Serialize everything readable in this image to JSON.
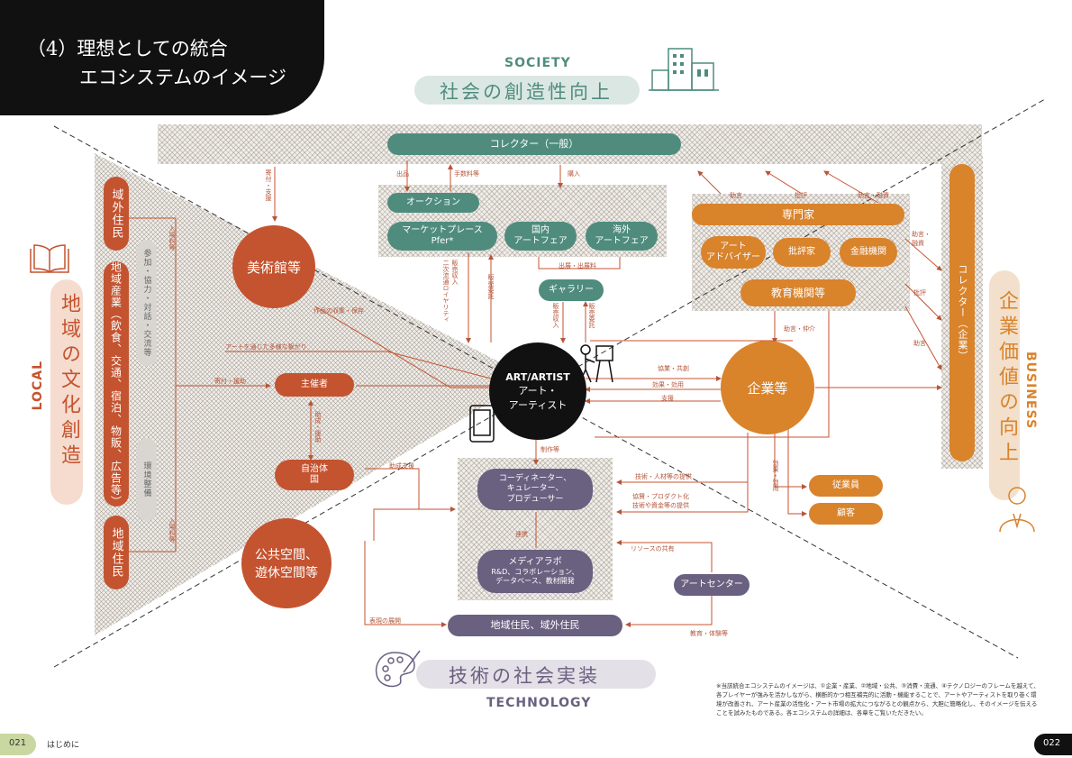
{
  "header": {
    "line1": "（4）理想としての統合",
    "line2": "エコシステムのイメージ"
  },
  "quadrants": {
    "society_en": "SOCIETY",
    "society_jp": "社会の創造性向上",
    "business_en": "BUSINESS",
    "business_jp": "企業価値の向上",
    "local_en": "LOCAL",
    "local_jp": "地域の文化創造",
    "technology_en": "TECHNOLOGY",
    "technology_jp": "技術の社会実装"
  },
  "nodes": {
    "collector_general": "コレクター（一般）",
    "auction": "オークション",
    "marketplace": "マーケットプレース\nPfer*",
    "domestic_fair": "国内\nアートフェア",
    "overseas_fair": "海外\nアートフェア",
    "gallery": "ギャラリー",
    "experts": "専門家",
    "art_advisor": "アート\nアドバイザー",
    "critic": "批評家",
    "financial": "金融機関",
    "education": "教育機関等",
    "collector_corp": "コレクター（企業）",
    "museum": "美術館等",
    "organizer": "主催者",
    "local_gov": "自治体\n国",
    "public_space": "公共空間、\n遊休空間等",
    "artist_en": "ART/ARTIST",
    "artist_jp": "アート・\nアーティスト",
    "company": "企業等",
    "employees": "従業員",
    "customers": "顧客",
    "coordinator": "コーディネーター、\nキュレーター、\nプロデューサー",
    "media_lab": "メディアラボ",
    "media_lab_sub": "R&D、コラボレーション、\nデータベース、教材開発",
    "art_center": "アートセンター",
    "residents": "地域住民、域外住民",
    "outside_residents": "域外住民",
    "regional_industry": "地域産業（飲食、交通、宿泊、物販、広告等）",
    "local_residents": "地域住民",
    "participation": "参加・協力・対話・交流等",
    "env_maintenance": "環境整備"
  },
  "labels": {
    "donation": "寄付・支援",
    "consign": "出品",
    "fee": "手数料等",
    "purchase": "購入",
    "advice1": "助言",
    "critique1": "批評",
    "advice_finance": "助言・融資",
    "advice_finance2": "助言・\n融資",
    "critique2": "批評",
    "advice2": "助言",
    "exhibit": "出展・出展料",
    "sales_income": "販売収入\n二次流通ロイヤリティ",
    "sales_consign": "販売委託",
    "sales_income2": "販売収入",
    "sales_consign2": "販売委託",
    "collect_preserve": "作品の収集・保存",
    "various_through_art": "アートを通じた多様な繋がり",
    "donation_support": "寄付・援助",
    "collab": "協業・共創",
    "effect": "効果・効用",
    "support": "支援",
    "advice_mediate": "助言・仲介",
    "production": "制作等",
    "subsidy": "助成・援助",
    "grant": "助成支援",
    "tech_talent": "技術・人材等の提供",
    "sponsor": "協賛・プロダクト化\n技術や資金等の提供",
    "link": "連携",
    "resource": "リソースの共有",
    "expression": "表現の展開",
    "edu_exp": "教育・体験等",
    "effect2": "効果・効用",
    "entry_fee1": "入場料等",
    "entry_fee2": "入場料等"
  },
  "footnote": "※当該統合エコシステムのイメージは、①企業・産業、②地域・公共、③消費・流通、④テクノロジーのフレームを越えて、各プレイヤーが強みを活かしながら、横断的かつ相互補完的に活動・機能することで、アートやアーティストを取り巻く環境が改善され、アート産業の活性化・アート市場の拡大につながるとの観点から、大胆に簡略化し、そのイメージを伝えることを試みたものである。各エコシステムの詳細は、各章をご覧いただきたい。",
  "footer": {
    "page_left": "021",
    "section": "はじめに",
    "page_right": "022"
  },
  "colors": {
    "teal": "#4f8c7e",
    "orange": "#d9832b",
    "rust": "#c4532f",
    "purple": "#6a6080",
    "black": "#111111"
  }
}
